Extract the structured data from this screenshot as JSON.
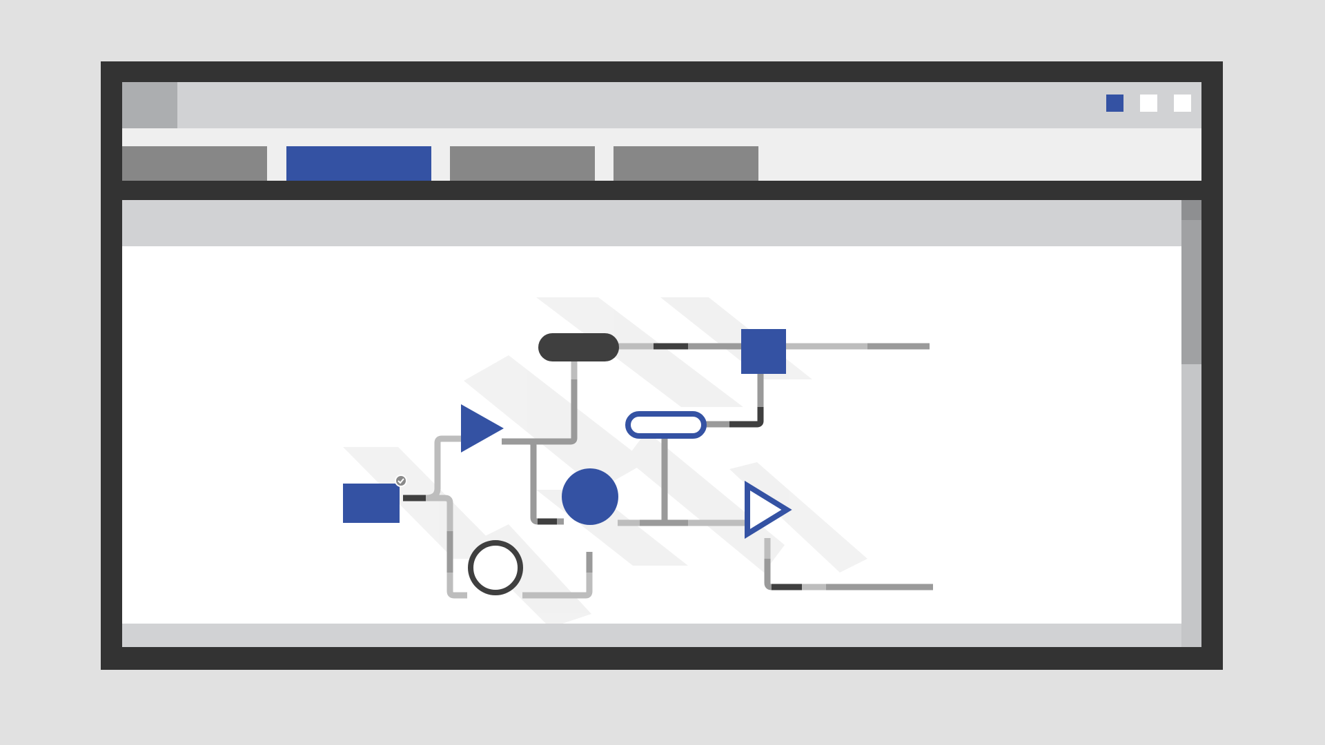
{
  "window": {
    "title": "",
    "controls": [
      {
        "name": "minimize",
        "color": "#3452a3"
      },
      {
        "name": "maximize",
        "color": "#ffffff"
      },
      {
        "name": "close",
        "color": "#ffffff"
      }
    ]
  },
  "tabs": [
    {
      "label": "",
      "active": false
    },
    {
      "label": "",
      "active": true
    },
    {
      "label": "",
      "active": false
    },
    {
      "label": "",
      "active": false
    }
  ],
  "diagram": {
    "nodes": [
      {
        "id": "source-block",
        "shape": "rectangle",
        "fill": "#3452a3",
        "badge": "check-icon"
      },
      {
        "id": "triangle-node",
        "shape": "triangle",
        "fill": "#3452a3"
      },
      {
        "id": "terminator-node",
        "shape": "pill",
        "fill": "#3f3f3f"
      },
      {
        "id": "square-node",
        "shape": "square",
        "fill": "#3452a3"
      },
      {
        "id": "outline-pill-node",
        "shape": "pill-outline",
        "stroke": "#3452a3"
      },
      {
        "id": "circle-node",
        "shape": "circle",
        "fill": "#3452a3"
      },
      {
        "id": "ring-node",
        "shape": "ring",
        "stroke": "#3f3f3f"
      },
      {
        "id": "outline-triangle-node",
        "shape": "triangle-outline",
        "stroke": "#3452a3"
      }
    ],
    "colors": {
      "accent": "#3452a3",
      "dark": "#3f3f3f",
      "connector": "#9a9a9a",
      "connector_light": "#bdbdbd"
    }
  }
}
